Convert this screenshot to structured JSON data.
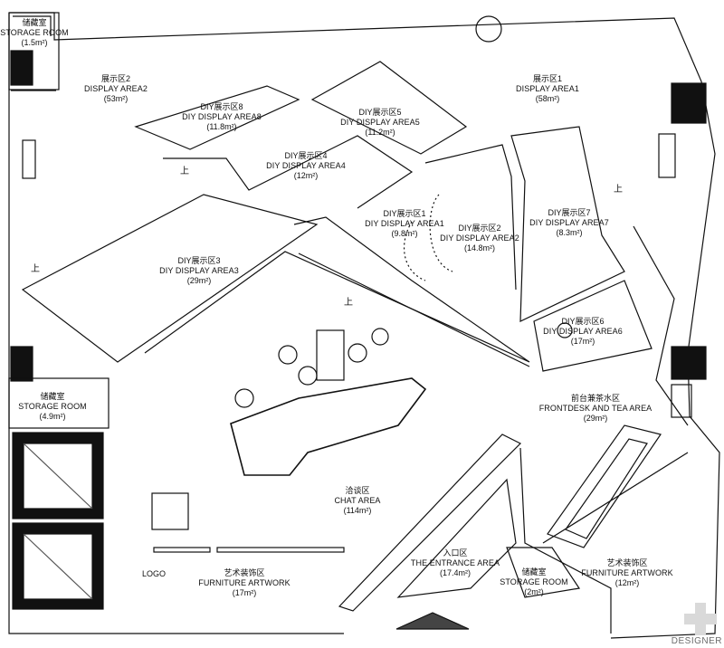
{
  "rooms": [
    {
      "id": "storage-room-top-left",
      "zh": "储藏室",
      "en": "STORAGE ROOM",
      "area": "(1.5m²)"
    },
    {
      "id": "display-area-2",
      "zh": "展示区2",
      "en": "DISPLAY AREA2",
      "area": "(53m²)"
    },
    {
      "id": "diy-display-area-8",
      "zh": "DIY展示区8",
      "en": "DIY DISPLAY AREA8",
      "area": "(11.8m²)"
    },
    {
      "id": "diy-display-area-5",
      "zh": "DIY展示区5",
      "en": "DIY DISPLAY AREA5",
      "area": "(11.2m²)"
    },
    {
      "id": "display-area-1",
      "zh": "展示区1",
      "en": "DISPLAY AREA1",
      "area": "(58m²)"
    },
    {
      "id": "diy-display-area-4",
      "zh": "DIY展示区4",
      "en": "DIY DISPLAY AREA4",
      "area": "(12m²)"
    },
    {
      "id": "diy-display-area-7",
      "zh": "DIY展示区7",
      "en": "DIY DISPLAY AREA7",
      "area": "(8.3m²)"
    },
    {
      "id": "diy-display-area-1",
      "zh": "DIY展示区1",
      "en": "DIY DISPLAY AREA1",
      "area": "(9.8m²)"
    },
    {
      "id": "diy-display-area-2",
      "zh": "DIY展示区2",
      "en": "DIY DISPLAY AREA2",
      "area": "(14.8m²)"
    },
    {
      "id": "diy-display-area-3",
      "zh": "DIY展示区3",
      "en": "DIY DISPLAY AREA3",
      "area": "(29m²)"
    },
    {
      "id": "diy-display-area-6",
      "zh": "DIY展示区6",
      "en": "DIY DISPLAY AREA6",
      "area": "(17m²)"
    },
    {
      "id": "storage-room-left",
      "zh": "储藏室",
      "en": "STORAGE ROOM",
      "area": "(4.9m²)"
    },
    {
      "id": "frontdesk-tea-area",
      "zh": "前台兼茶水区",
      "en": "FRONTDESK AND TEA AREA",
      "area": "(29m²)"
    },
    {
      "id": "chat-area",
      "zh": "洽谈区",
      "en": "CHAT AREA",
      "area": "(114m²)"
    },
    {
      "id": "entrance-area",
      "zh": "入口区",
      "en": "THE ENTRANCE AREA",
      "area": "(17.4m²)"
    },
    {
      "id": "furniture-artwork-left",
      "zh": "艺术装饰区",
      "en": "FURNITURE ARTWORK",
      "area": "(17m²)"
    },
    {
      "id": "storage-room-bottom",
      "zh": "储藏室",
      "en": "STORAGE ROOM",
      "area": "(2m²)"
    },
    {
      "id": "furniture-artwork-right",
      "zh": "艺术装饰区",
      "en": "FURNITURE ARTWORK",
      "area": "(12m²)"
    }
  ],
  "up_marker": "上",
  "logo_label": "LOGO",
  "watermark": "DESIGNER"
}
